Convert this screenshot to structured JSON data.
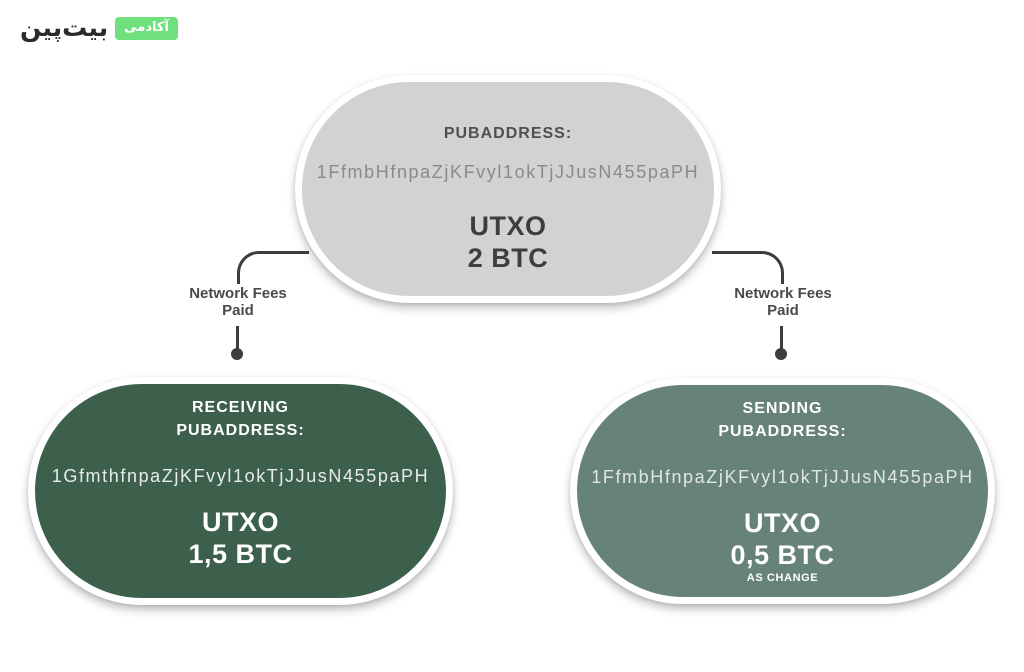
{
  "logo": {
    "brand": "بیت‌پین",
    "badge": "آکادمی"
  },
  "colors": {
    "background": "#ffffff",
    "top_node_fill": "#d1d3d1",
    "receiving_node_fill": "#3d604d",
    "sending_node_fill": "#67827a",
    "connector": "#3d3d3d",
    "badge_green": "#70e07e",
    "brand_text": "#2b2b2b",
    "heading_gray": "#4f4f4f",
    "address_gray": "#8a8a8a",
    "fees_label": "#4a4a4a"
  },
  "top_node": {
    "heading": "PUBADDRESS:",
    "address": "1FfmbHfnpaZjKFvyl1okTjJJusN455paPH",
    "label": "UTXO",
    "amount": "2 BTC"
  },
  "left_connector": {
    "label_line1": "Network Fees",
    "label_line2": "Paid"
  },
  "right_connector": {
    "label_line1": "Network Fees",
    "label_line2": "Paid"
  },
  "receiving_node": {
    "heading_line1": "RECEIVING",
    "heading_line2": "PUBADDRESS:",
    "address": "1GfmthfnpaZjKFvyl1okTjJJusN455paPH",
    "label": "UTXO",
    "amount": "1,5 BTC"
  },
  "sending_node": {
    "heading_line1": "SENDING",
    "heading_line2": "PUBADDRESS:",
    "address": "1FfmbHfnpaZjKFvyl1okTjJJusN455paPH",
    "label": "UTXO",
    "amount": "0,5 BTC",
    "note": "AS CHANGE"
  }
}
